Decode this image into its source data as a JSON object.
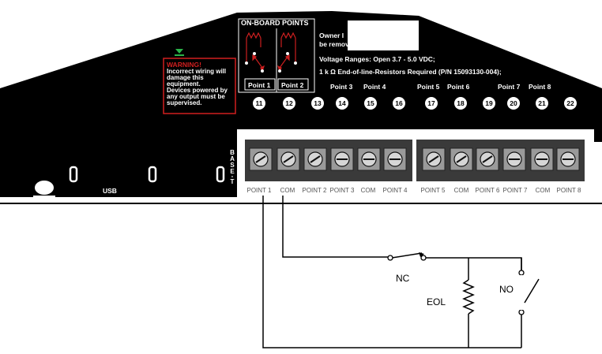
{
  "panel": {
    "onboard_title": "ON-BOARD POINTS",
    "warning_title": "WARNING!",
    "warning_lines": [
      "Incorrect wiring will",
      "damage this",
      "equipment.",
      "Devices powered by",
      "any output must be",
      "supervised."
    ],
    "owner_line1": "Owner I",
    "owner_line2": "be removed by",
    "voltage_text": "Voltage Ranges: Open 3.7 - 5.0 VDC;",
    "eol_text": "1 k Ω End-of-line-Resistors Required (P/N 15093130-004);",
    "point_labels_boxed": [
      "Point 1",
      "Point 2"
    ],
    "point_labels": [
      "Point 3",
      "Point 4",
      "Point 5",
      "Point 6",
      "Point 7",
      "Point 8"
    ],
    "circled_numbers": [
      "11",
      "12",
      "13",
      "14",
      "15",
      "16",
      "17",
      "18",
      "19",
      "20",
      "21",
      "22"
    ],
    "usb_label": "USB",
    "base_t_label": [
      "B",
      "A",
      "S",
      "E",
      "-",
      "T"
    ]
  },
  "terminals": {
    "labels": [
      "POINT 1",
      "COM",
      "POINT 2",
      "POINT 3",
      "COM",
      "POINT 4",
      "POINT 5",
      "COM",
      "POINT 6",
      "POINT 7",
      "COM",
      "POINT 8"
    ]
  },
  "circuit": {
    "nc_label": "NC",
    "eol_label": "EOL",
    "no_label": "NO"
  },
  "colors": {
    "panel": "#000000",
    "terminal_block": "#3a3a3a",
    "screw_fill": "#9a9a9a",
    "relay_red": "#cc1f1f",
    "warning_red": "#d11f1f",
    "led_green": "#2bb34a",
    "wire": "#000000"
  }
}
